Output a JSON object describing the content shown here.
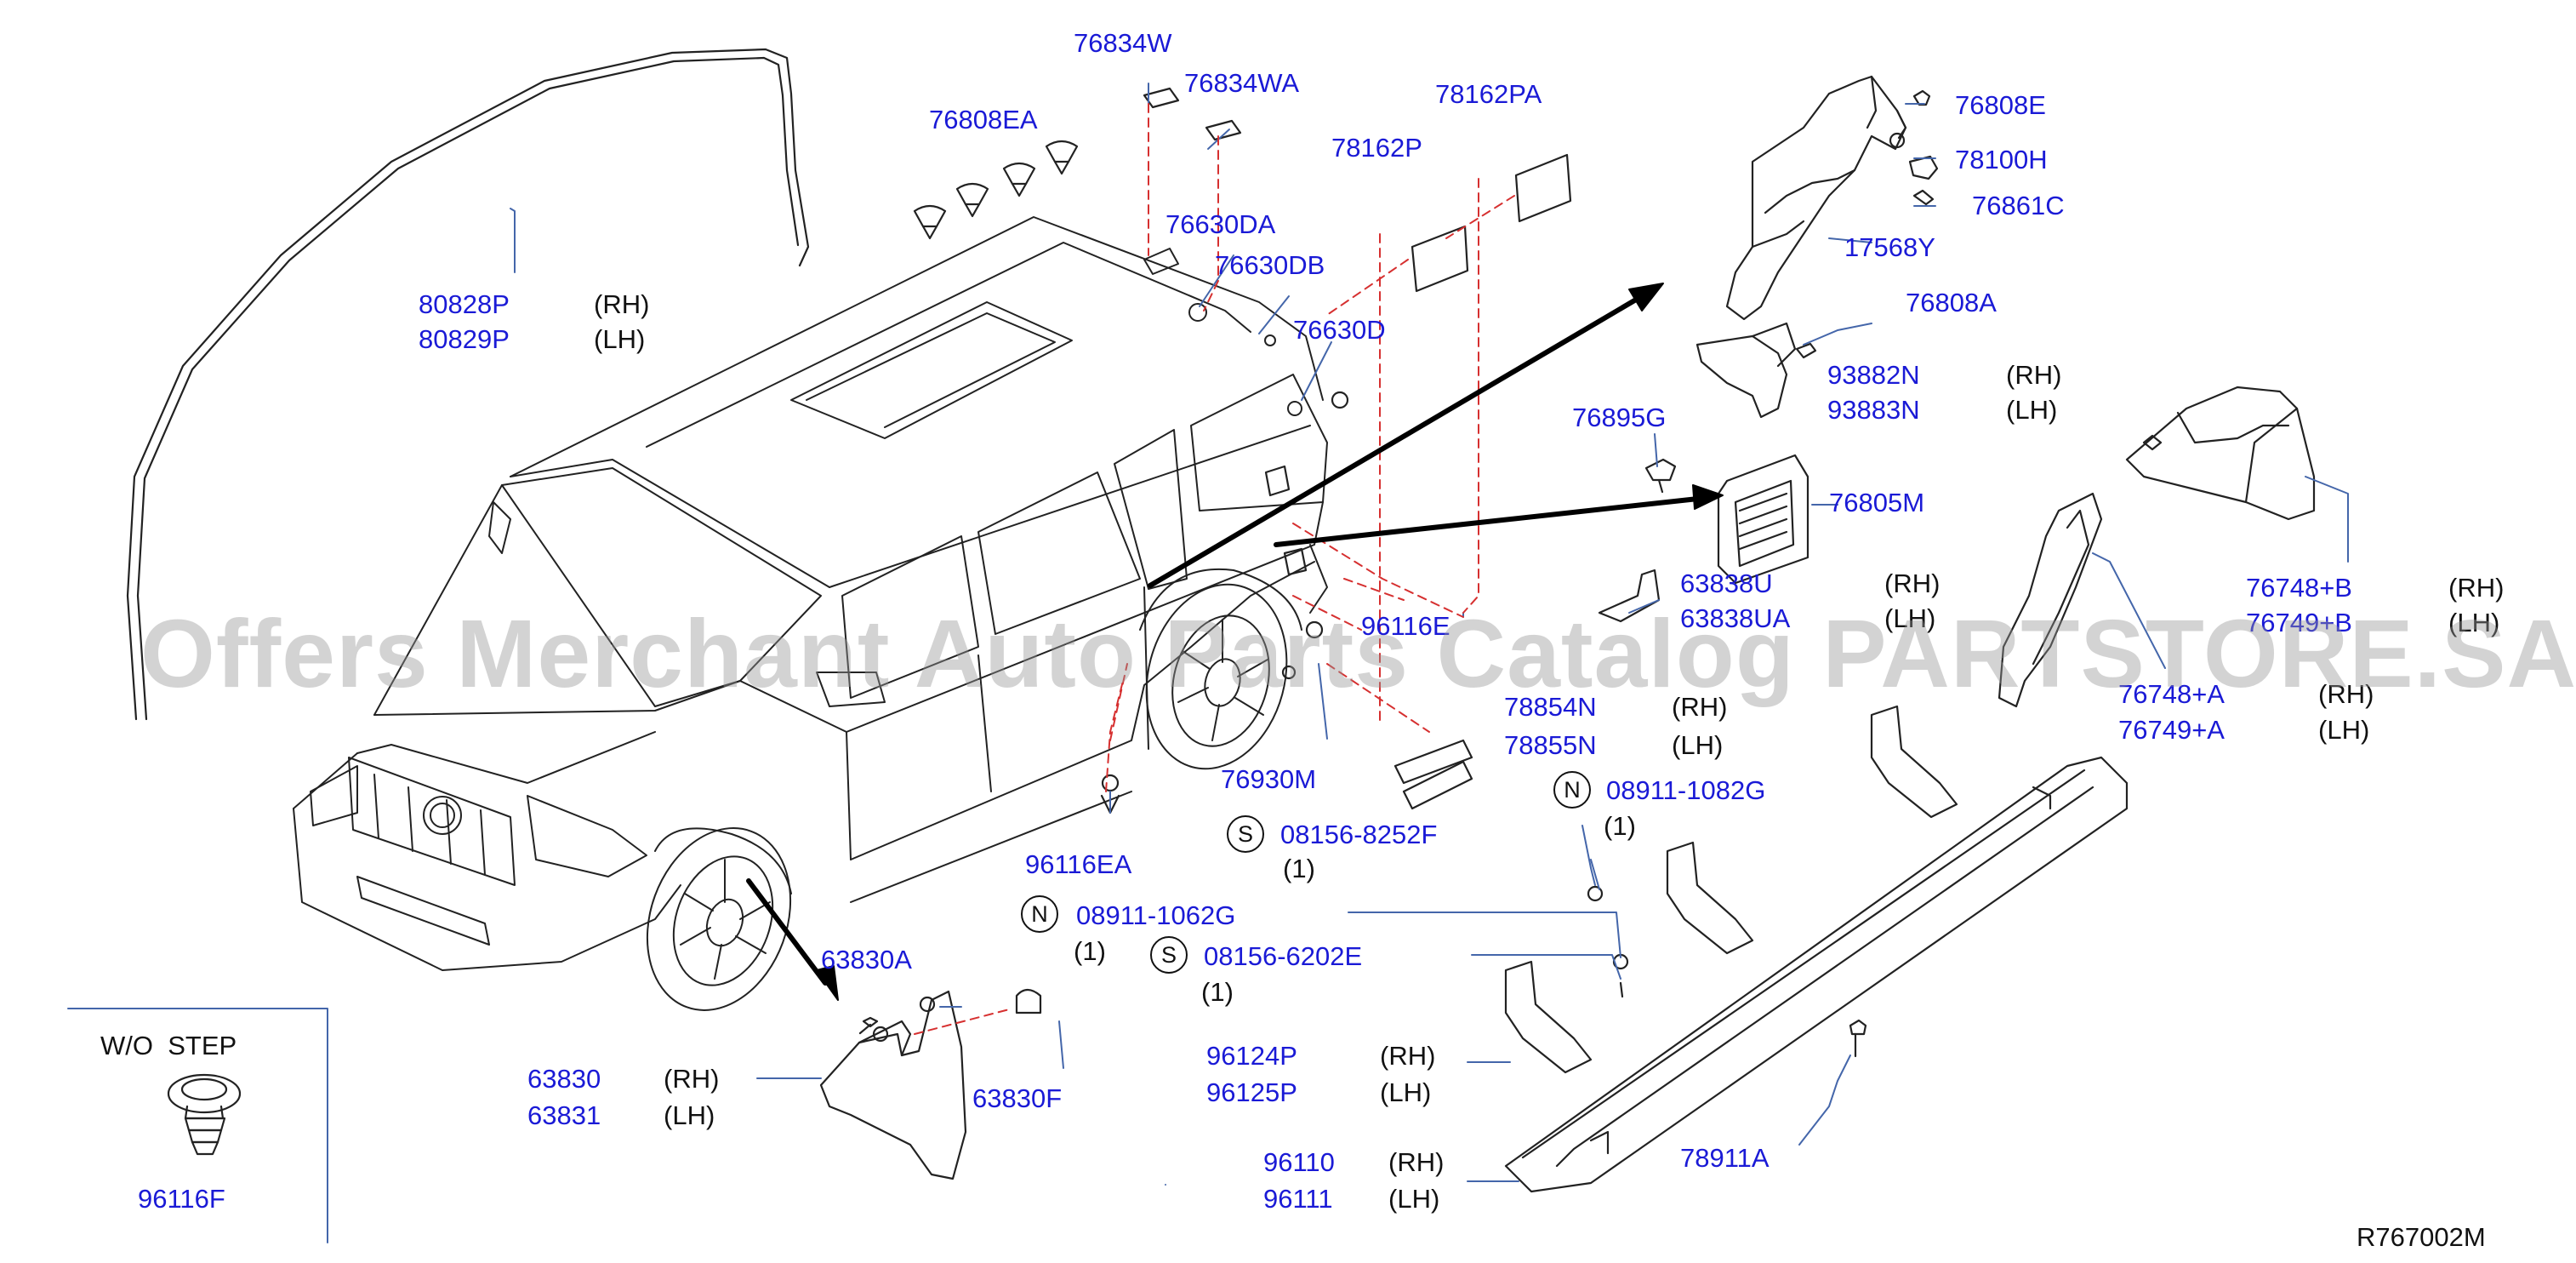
{
  "figure_code": "R767002M",
  "watermark": "Offers Merchant Auto Parts Catalog PARTSTORE.SA",
  "inset": {
    "title": "W/O  STEP",
    "part": "96116F"
  },
  "callouts": [
    {
      "pn": "76834W",
      "side": "",
      "qty": "",
      "symbol": ""
    },
    {
      "pn": "76834WA",
      "side": "",
      "qty": "",
      "symbol": ""
    },
    {
      "pn": "76808EA",
      "side": "",
      "qty": "",
      "symbol": ""
    },
    {
      "pn": "78162PA",
      "side": "",
      "qty": "",
      "symbol": ""
    },
    {
      "pn": "78162P",
      "side": "",
      "qty": "",
      "symbol": ""
    },
    {
      "pn": "76630DA",
      "side": "",
      "qty": "",
      "symbol": ""
    },
    {
      "pn": "76630DB",
      "side": "",
      "qty": "",
      "symbol": ""
    },
    {
      "pn": "76630D",
      "side": "",
      "qty": "",
      "symbol": ""
    },
    {
      "pn": "80828P",
      "side": "(RH)",
      "qty": "",
      "symbol": ""
    },
    {
      "pn": "80829P",
      "side": "(LH)",
      "qty": "",
      "symbol": ""
    },
    {
      "pn": "76808E",
      "side": "",
      "qty": "",
      "symbol": ""
    },
    {
      "pn": "78100H",
      "side": "",
      "qty": "",
      "symbol": ""
    },
    {
      "pn": "76861C",
      "side": "",
      "qty": "",
      "symbol": ""
    },
    {
      "pn": "17568Y",
      "side": "",
      "qty": "",
      "symbol": ""
    },
    {
      "pn": "76808A",
      "side": "",
      "qty": "",
      "symbol": ""
    },
    {
      "pn": "93882N",
      "side": "(RH)",
      "qty": "",
      "symbol": ""
    },
    {
      "pn": "93883N",
      "side": "(LH)",
      "qty": "",
      "symbol": ""
    },
    {
      "pn": "76895G",
      "side": "",
      "qty": "",
      "symbol": ""
    },
    {
      "pn": "76805M",
      "side": "",
      "qty": "",
      "symbol": ""
    },
    {
      "pn": "76748+B",
      "side": "(RH)",
      "qty": "",
      "symbol": ""
    },
    {
      "pn": "76749+B",
      "side": "(LH)",
      "qty": "",
      "symbol": ""
    },
    {
      "pn": "63838U",
      "side": "(RH)",
      "qty": "",
      "symbol": ""
    },
    {
      "pn": "63838UA",
      "side": "(LH)",
      "qty": "",
      "symbol": ""
    },
    {
      "pn": "96116E",
      "side": "",
      "qty": "",
      "symbol": ""
    },
    {
      "pn": "78854N",
      "side": "(RH)",
      "qty": "",
      "symbol": ""
    },
    {
      "pn": "78855N",
      "side": "(LH)",
      "qty": "",
      "symbol": ""
    },
    {
      "pn": "76748+A",
      "side": "(RH)",
      "qty": "",
      "symbol": ""
    },
    {
      "pn": "76749+A",
      "side": "(LH)",
      "qty": "",
      "symbol": ""
    },
    {
      "pn": "76930M",
      "side": "",
      "qty": "",
      "symbol": ""
    },
    {
      "pn": "08911-1082G",
      "side": "",
      "qty": "(1)",
      "symbol": "N"
    },
    {
      "pn": "08156-8252F",
      "side": "",
      "qty": "(1)",
      "symbol": "S"
    },
    {
      "pn": "96116EA",
      "side": "",
      "qty": "",
      "symbol": ""
    },
    {
      "pn": "08911-1062G",
      "side": "",
      "qty": "(1)",
      "symbol": "N"
    },
    {
      "pn": "08156-6202E",
      "side": "",
      "qty": "(1)",
      "symbol": "S"
    },
    {
      "pn": "63830A",
      "side": "",
      "qty": "",
      "symbol": ""
    },
    {
      "pn": "63830",
      "side": "(RH)",
      "qty": "",
      "symbol": ""
    },
    {
      "pn": "63831",
      "side": "(LH)",
      "qty": "",
      "symbol": ""
    },
    {
      "pn": "63830F",
      "side": "",
      "qty": "",
      "symbol": ""
    },
    {
      "pn": "96124P",
      "side": "(RH)",
      "qty": "",
      "symbol": ""
    },
    {
      "pn": "96125P",
      "side": "(LH)",
      "qty": "",
      "symbol": ""
    },
    {
      "pn": "96110",
      "side": "(RH)",
      "qty": "",
      "symbol": ""
    },
    {
      "pn": "96111",
      "side": "(LH)",
      "qty": "",
      "symbol": ""
    },
    {
      "pn": "78911A",
      "side": "",
      "qty": "",
      "symbol": ""
    }
  ]
}
